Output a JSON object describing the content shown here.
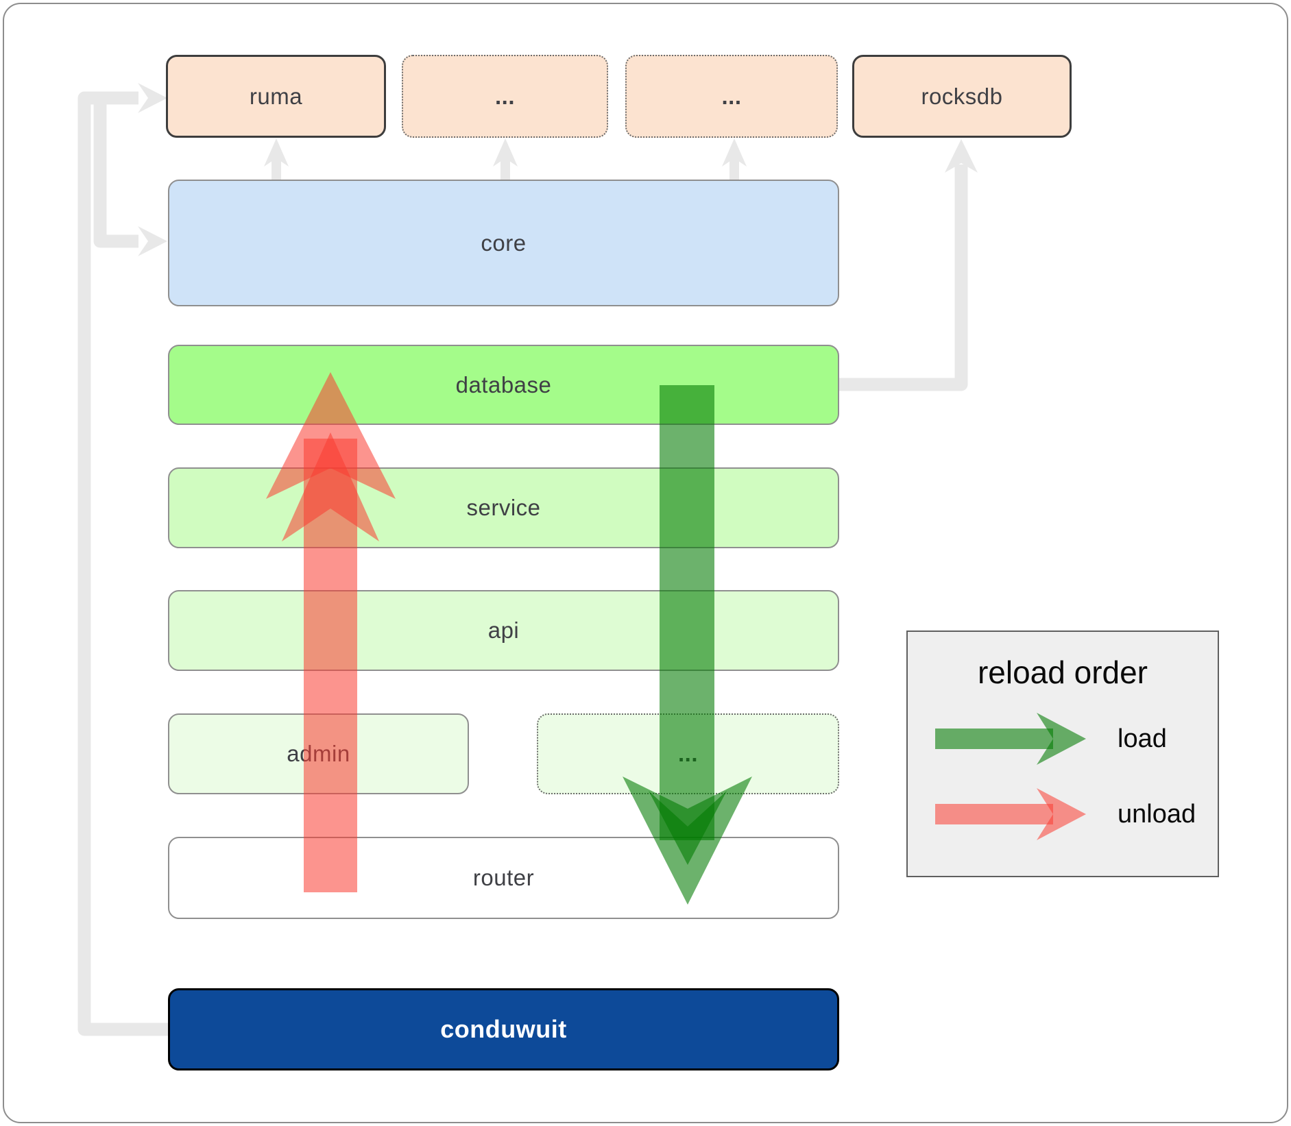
{
  "boxes": {
    "ruma": {
      "label": "ruma"
    },
    "deps_a": {
      "label": "..."
    },
    "deps_b": {
      "label": "..."
    },
    "rocksdb": {
      "label": "rocksdb"
    },
    "core": {
      "label": "core"
    },
    "database": {
      "label": "database"
    },
    "service": {
      "label": "service"
    },
    "api": {
      "label": "api"
    },
    "admin": {
      "label": "admin"
    },
    "admin_more": {
      "label": "..."
    },
    "router": {
      "label": "router"
    },
    "conduwuit": {
      "label": "conduwuit"
    }
  },
  "legend": {
    "title": "reload order",
    "items": [
      {
        "label": "load",
        "color": "#027a02"
      },
      {
        "label": "unload",
        "color": "#fa3c32"
      }
    ]
  },
  "colors": {
    "peach": "#fce3d0",
    "blue": "#cfe3f8",
    "green_db": "#a4fc8a",
    "green_service": "#d0fcc0",
    "green_api": "#defcd3",
    "green_faint": "#ecfce6",
    "navy": "#0d4a99",
    "edge": "#e8e8e8",
    "load": "#027a02",
    "unload": "#fa3c32",
    "text": "#3f4045",
    "title": "#0a0a0a",
    "border_gray": "#8f8f8f",
    "border_dark": "#3d3d3d",
    "dotted": "#6b6b6b",
    "legend_bg": "#efefef",
    "legend_border": "#5f5f5f",
    "frame": "#8d8d8d"
  }
}
